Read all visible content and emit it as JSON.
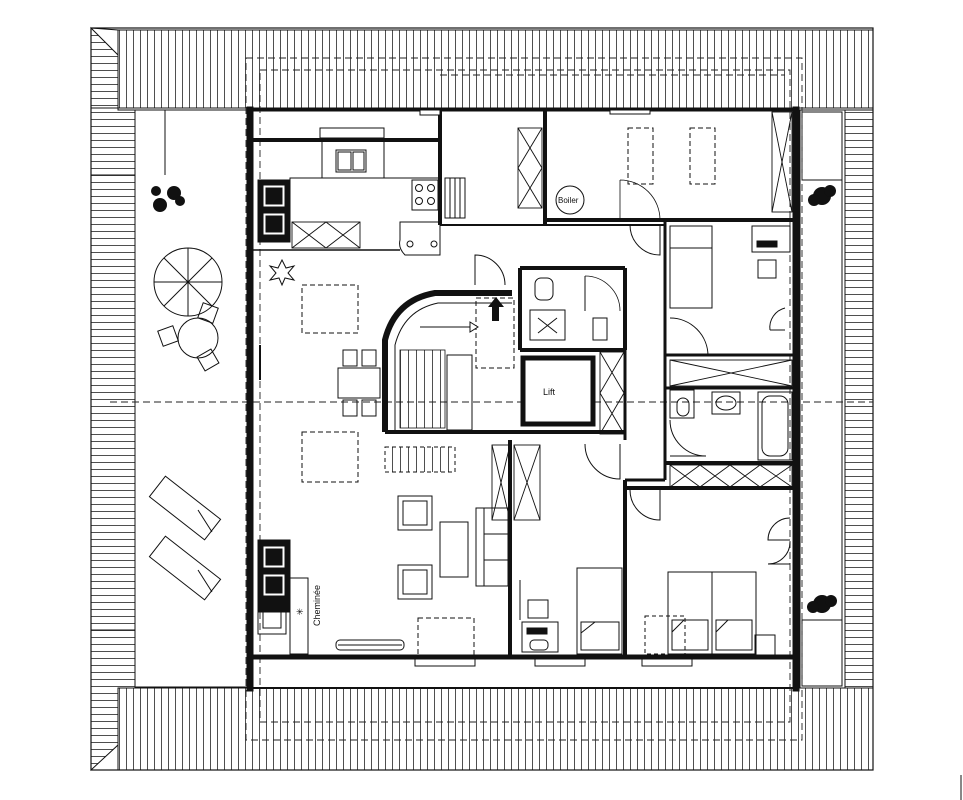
{
  "labels": {
    "boiler": "Boiler",
    "lift": "Lift",
    "fireplace": "Cheminée"
  },
  "colors": {
    "line": "#111111",
    "dash": "#222222",
    "background": "#ffffff"
  }
}
